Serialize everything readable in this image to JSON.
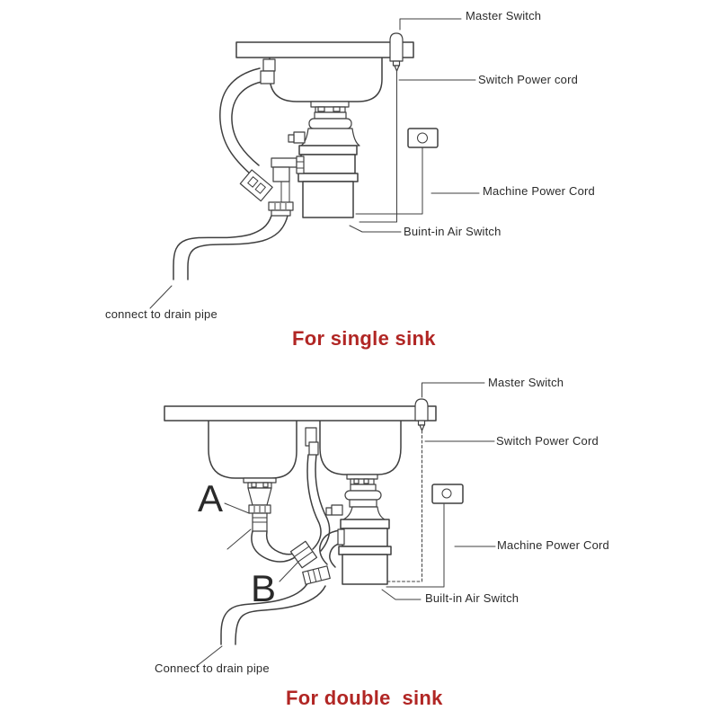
{
  "colors": {
    "background": "#ffffff",
    "line_art": "#3f3f3f",
    "title_red": "#b12624",
    "label_text": "#2b2b2b"
  },
  "single_sink": {
    "title": "For single sink",
    "labels": {
      "master_switch": "Master Switch",
      "switch_power_cord": "Switch Power cord",
      "machine_power_cord": "Machine Power Cord",
      "built_in_air_switch": "Buint-in Air Switch",
      "connect_to_drain": "connect to drain pipe"
    }
  },
  "double_sink": {
    "title": "For double  sink",
    "labels": {
      "master_switch": "Master Switch",
      "switch_power_cord": "Switch Power Cord",
      "machine_power_cord": "Machine Power Cord",
      "built_in_air_switch": "Built-in Air Switch",
      "connect_to_drain": "Connect to drain pipe",
      "marker_a": "A",
      "marker_b": "B"
    }
  }
}
